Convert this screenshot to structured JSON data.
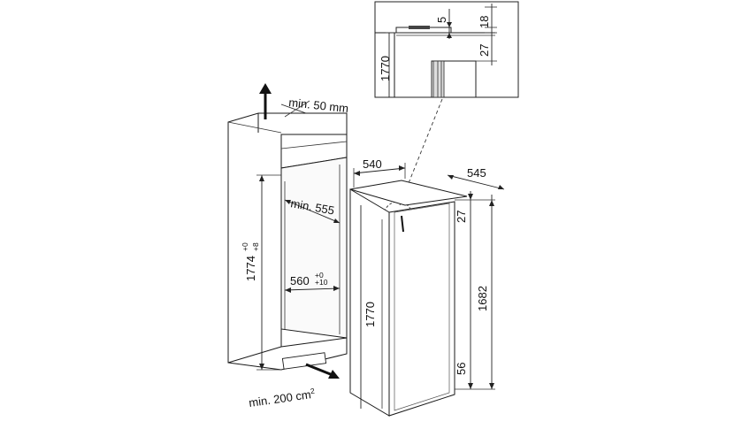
{
  "labels": {
    "ventilation_top": "min. 50 mm",
    "ventilation_bottom": "min. 200 cm",
    "ventilation_bottom_sup": "2",
    "depth_min": "min. 555",
    "niche_height": "1774",
    "niche_height_tol_top": "+0",
    "niche_height_tol_bottom": "+8",
    "niche_width": "560",
    "niche_width_tol_top": "+0",
    "niche_width_tol_bottom": "+10",
    "appliance_width": "540",
    "appliance_depth": "545",
    "appliance_height": "1770",
    "door_height": "1682",
    "door_top_offset": "27",
    "door_bottom_offset": "56"
  },
  "detail_labels": {
    "gap_5": "5",
    "top_18": "18",
    "offset_27": "27",
    "height_1770": "1770"
  }
}
